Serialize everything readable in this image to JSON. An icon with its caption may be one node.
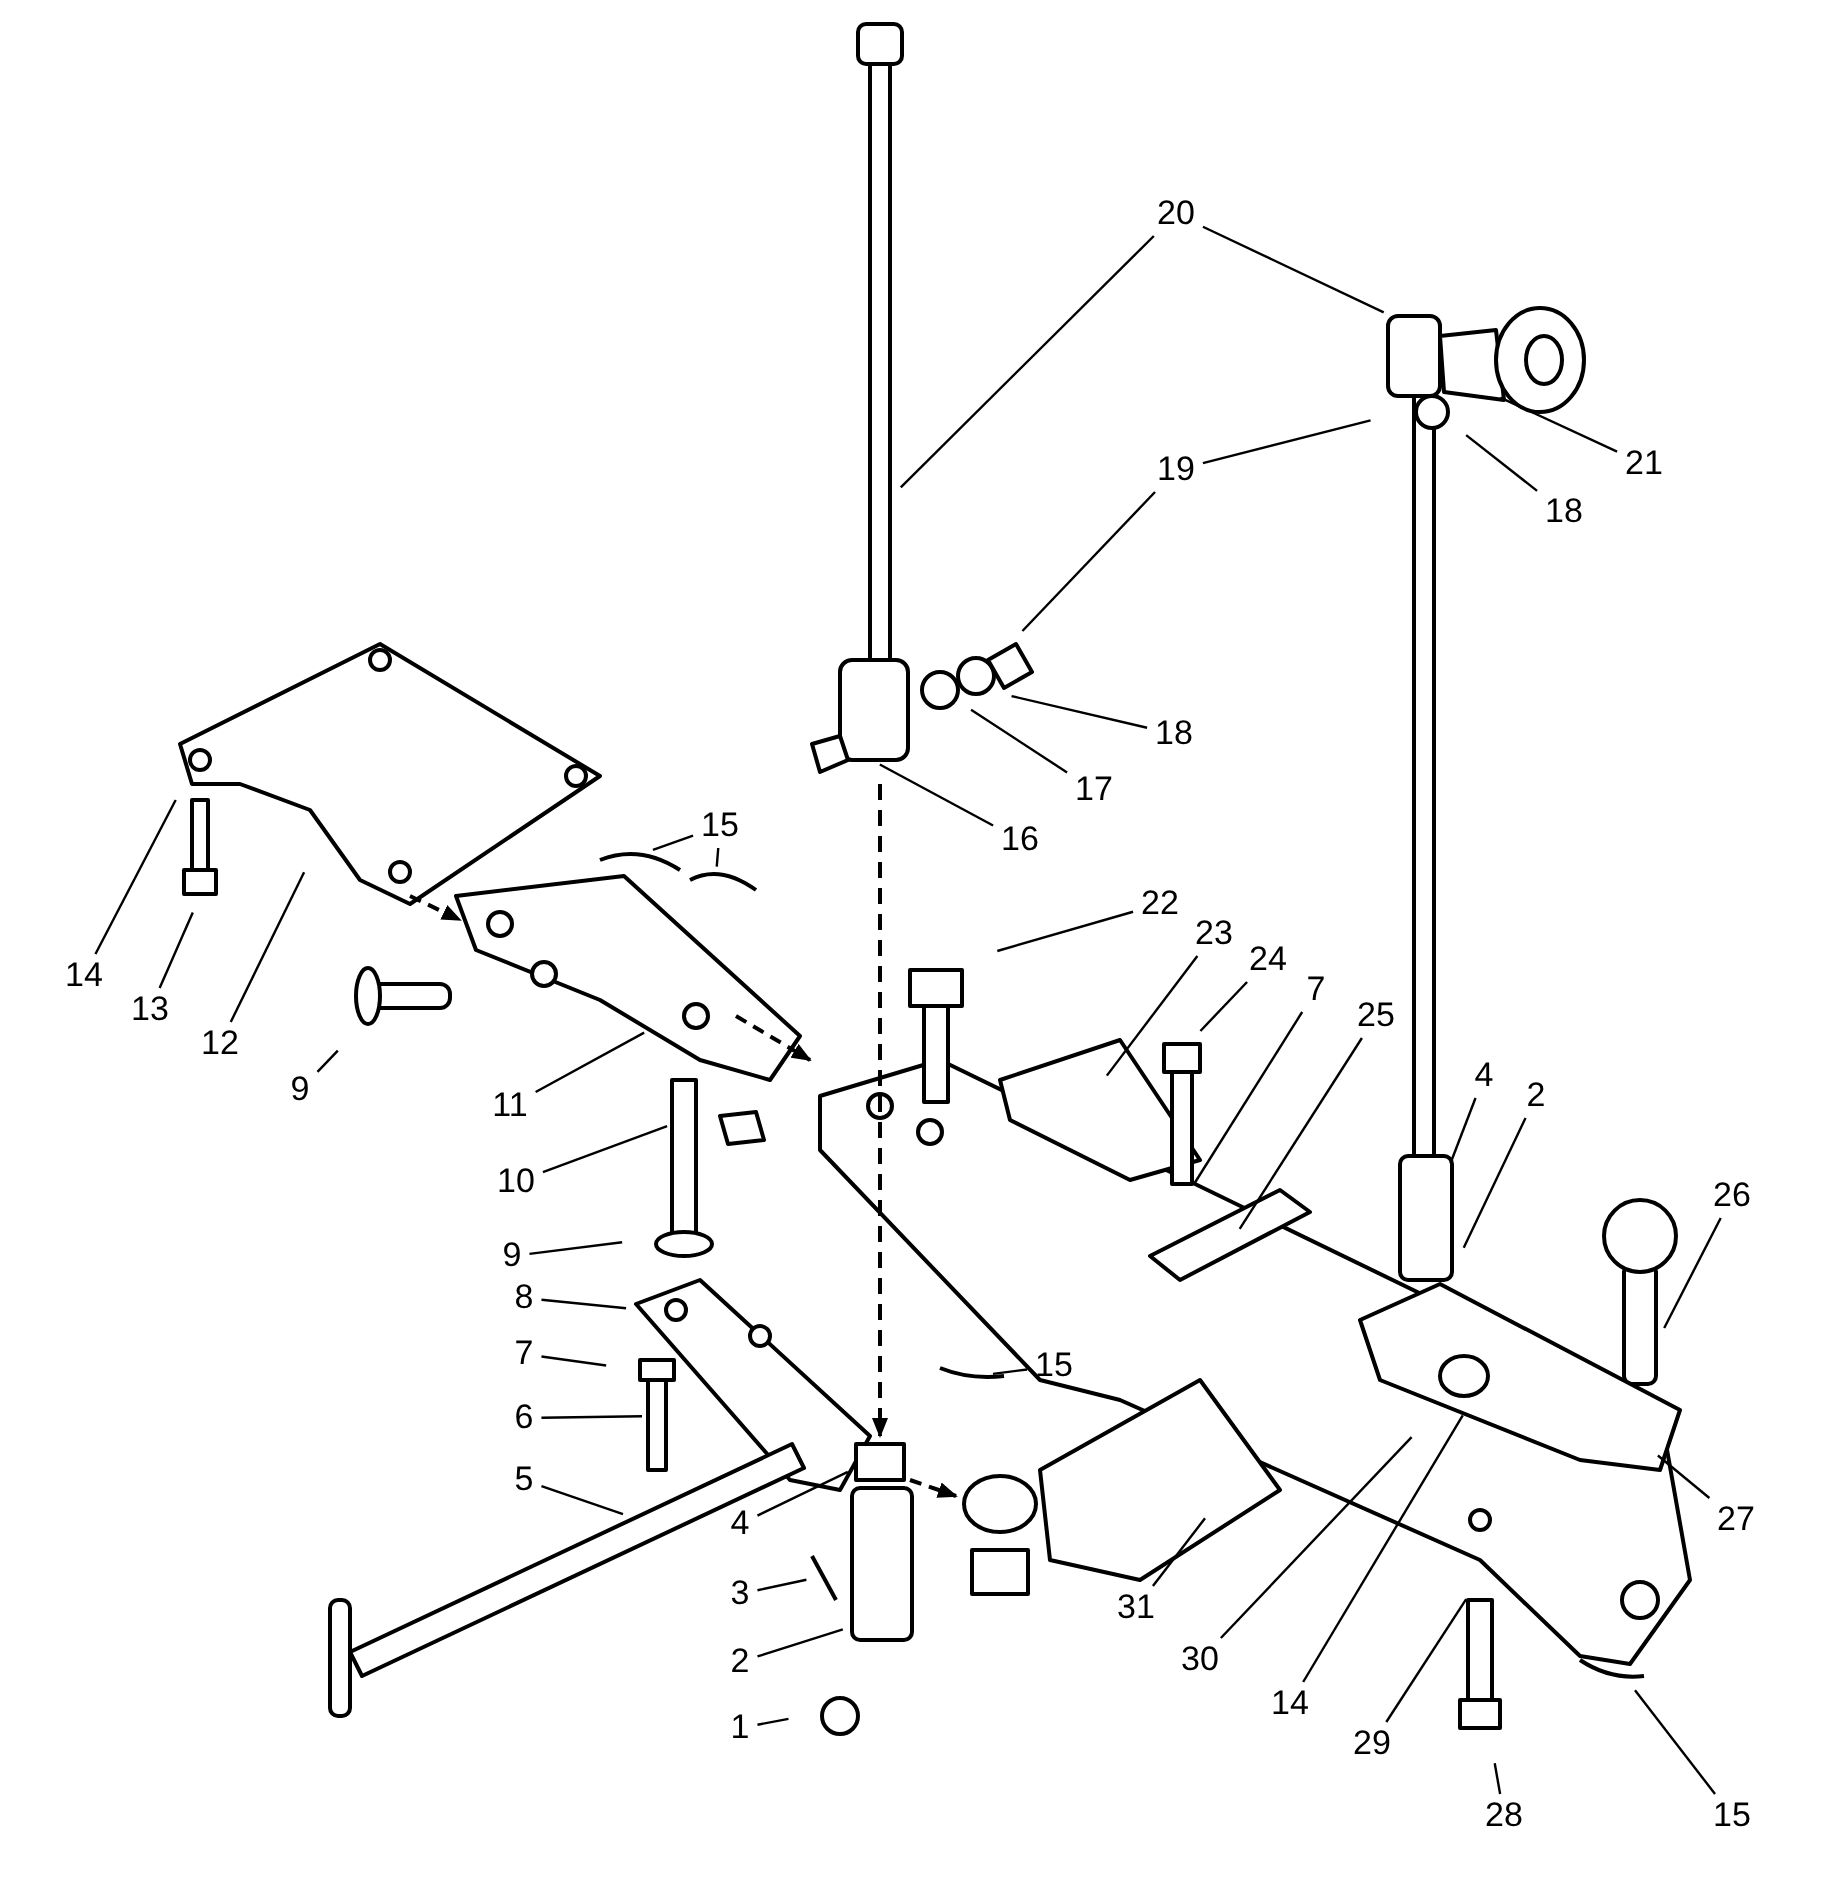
{
  "diagram": {
    "nodes": [
      {
        "text": [
          "20"
        ]
      },
      {
        "text": [
          "19"
        ]
      },
      {
        "text": [
          "21"
        ]
      },
      {
        "text": [
          "18"
        ]
      },
      {
        "text": [
          "18"
        ]
      },
      {
        "text": [
          "17"
        ]
      },
      {
        "text": [
          "16"
        ]
      },
      {
        "text": [
          "15"
        ]
      },
      {
        "text": [
          "14"
        ]
      },
      {
        "text": [
          "13"
        ]
      },
      {
        "text": [
          "12"
        ]
      },
      {
        "text": [
          "22"
        ]
      },
      {
        "text": [
          "23"
        ]
      },
      {
        "text": [
          "24"
        ]
      },
      {
        "text": [
          "7"
        ]
      },
      {
        "text": [
          "25"
        ]
      },
      {
        "text": [
          "4"
        ]
      },
      {
        "text": [
          "2"
        ]
      },
      {
        "text": [
          "26"
        ]
      },
      {
        "text": [
          "9"
        ]
      },
      {
        "text": [
          "11"
        ]
      },
      {
        "text": [
          "10"
        ]
      },
      {
        "text": [
          "9"
        ]
      },
      {
        "text": [
          "8"
        ]
      },
      {
        "text": [
          "7"
        ]
      },
      {
        "text": [
          "6"
        ]
      },
      {
        "text": [
          "15"
        ]
      },
      {
        "text": [
          "5"
        ]
      },
      {
        "text": [
          "4"
        ]
      },
      {
        "text": [
          "3"
        ]
      },
      {
        "text": [
          "2"
        ]
      },
      {
        "text": [
          "1"
        ]
      },
      {
        "text": [
          "31"
        ]
      },
      {
        "text": [
          "30"
        ]
      },
      {
        "text": [
          "14"
        ]
      },
      {
        "text": [
          "29"
        ]
      },
      {
        "text": [
          "27"
        ]
      },
      {
        "text": [
          "28"
        ]
      },
      {
        "text": [
          "15"
        ]
      }
    ],
    "edges": [
      {
        "from": 0,
        "to": null,
        "arrow": "none"
      },
      {
        "from": 0,
        "to": null,
        "arrow": "none"
      },
      {
        "from": 1,
        "to": null,
        "arrow": "none"
      },
      {
        "from": 1,
        "to": null,
        "arrow": "none"
      },
      {
        "from": 2,
        "to": null,
        "arrow": "none"
      },
      {
        "from": 3,
        "to": null,
        "arrow": "none"
      },
      {
        "from": 4,
        "to": null,
        "arrow": "none"
      },
      {
        "from": 5,
        "to": null,
        "arrow": "none"
      },
      {
        "from": 6,
        "to": null,
        "arrow": "none"
      },
      {
        "from": 7,
        "to": null,
        "arrow": "none"
      },
      {
        "from": 7,
        "to": null,
        "arrow": "none"
      },
      {
        "from": 8,
        "to": null,
        "arrow": "none"
      },
      {
        "from": 9,
        "to": null,
        "arrow": "none"
      },
      {
        "from": 10,
        "to": null,
        "arrow": "none"
      },
      {
        "from": 11,
        "to": null,
        "arrow": "none"
      },
      {
        "from": 12,
        "to": null,
        "arrow": "none"
      },
      {
        "from": 13,
        "to": null,
        "arrow": "none"
      },
      {
        "from": 14,
        "to": null,
        "arrow": "none"
      },
      {
        "from": 15,
        "to": null,
        "arrow": "none"
      },
      {
        "from": 16,
        "to": null,
        "arrow": "none"
      },
      {
        "from": 17,
        "to": null,
        "arrow": "none"
      },
      {
        "from": 18,
        "to": null,
        "arrow": "none"
      },
      {
        "from": 19,
        "to": null,
        "arrow": "none"
      },
      {
        "from": 20,
        "to": null,
        "arrow": "none"
      },
      {
        "from": 21,
        "to": null,
        "arrow": "none"
      },
      {
        "from": 22,
        "to": null,
        "arrow": "none"
      },
      {
        "from": 23,
        "to": null,
        "arrow": "none"
      },
      {
        "from": 24,
        "to": null,
        "arrow": "none"
      },
      {
        "from": 25,
        "to": null,
        "arrow": "none"
      },
      {
        "from": 26,
        "to": null,
        "arrow": "none"
      },
      {
        "from": 27,
        "to": null,
        "arrow": "none"
      },
      {
        "from": 28,
        "to": null,
        "arrow": "none"
      },
      {
        "from": 29,
        "to": null,
        "arrow": "none"
      },
      {
        "from": 30,
        "to": null,
        "arrow": "none"
      },
      {
        "from": 31,
        "to": null,
        "arrow": "none"
      },
      {
        "from": 32,
        "to": null,
        "arrow": "none"
      },
      {
        "from": 33,
        "to": null,
        "arrow": "none"
      },
      {
        "from": 34,
        "to": null,
        "arrow": "none"
      },
      {
        "from": 35,
        "to": null,
        "arrow": "none"
      },
      {
        "from": 36,
        "to": null,
        "arrow": "none"
      },
      {
        "from": 37,
        "to": null,
        "arrow": "none"
      },
      {
        "from": 38,
        "to": null,
        "arrow": "none"
      }
    ]
  }
}
